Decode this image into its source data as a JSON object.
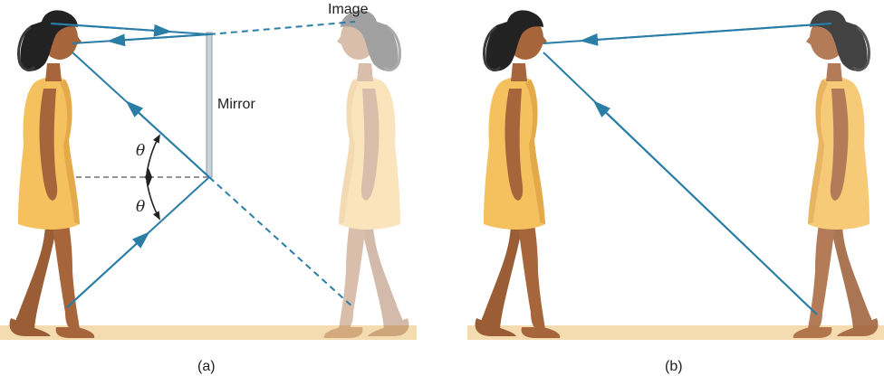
{
  "labels": {
    "image": "Image",
    "mirror": "Mirror",
    "theta_top": "θ",
    "theta_bottom": "θ",
    "panel_a": "(a)",
    "panel_b": "(b)"
  },
  "colors": {
    "ray": "#2a7ea6",
    "ground": "#f4dcb0",
    "dress": "#f5c15f",
    "skin": "#a7653b",
    "hair": "#222222",
    "mirror_fill": "#c9d3dc",
    "mirror_edge": "#8e9aa5",
    "dashed_normal": "#555555",
    "angle_arrow": "#222222"
  }
}
